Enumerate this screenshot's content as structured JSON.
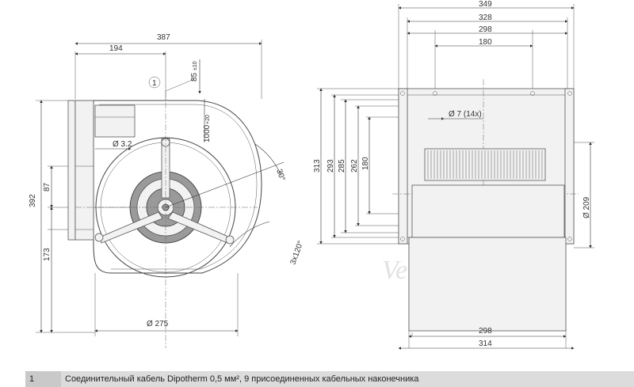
{
  "front_view": {
    "dim_387": "387",
    "dim_194": "194",
    "dim_85": "85",
    "dim_85_tol": "±10",
    "dim_1000": "1000",
    "dim_1000_tol": "+20",
    "dim_d32": "Ø 3.2",
    "dim_392": "392",
    "dim_87": "87",
    "dim_173": "173",
    "dim_30": "30°",
    "dim_3x120": "3x120°",
    "dim_d275": "Ø 275",
    "marker_1": "1"
  },
  "side_view": {
    "dim_349": "349",
    "dim_328": "328",
    "dim_298_top": "298",
    "dim_180_top": "180",
    "dim_d7": "Ø 7 (14x)",
    "dim_313": "313",
    "dim_293": "293",
    "dim_285": "285",
    "dim_262": "262",
    "dim_180_left": "180",
    "dim_d209": "Ø 209",
    "dim_298_bottom": "298",
    "dim_314": "314"
  },
  "watermark": "Ventilatorry.ru",
  "legend": {
    "number": "1",
    "text": "Соединительный кабель Dipotherm 0,5 мм², 9 присоединенных кабельных наконечника"
  }
}
